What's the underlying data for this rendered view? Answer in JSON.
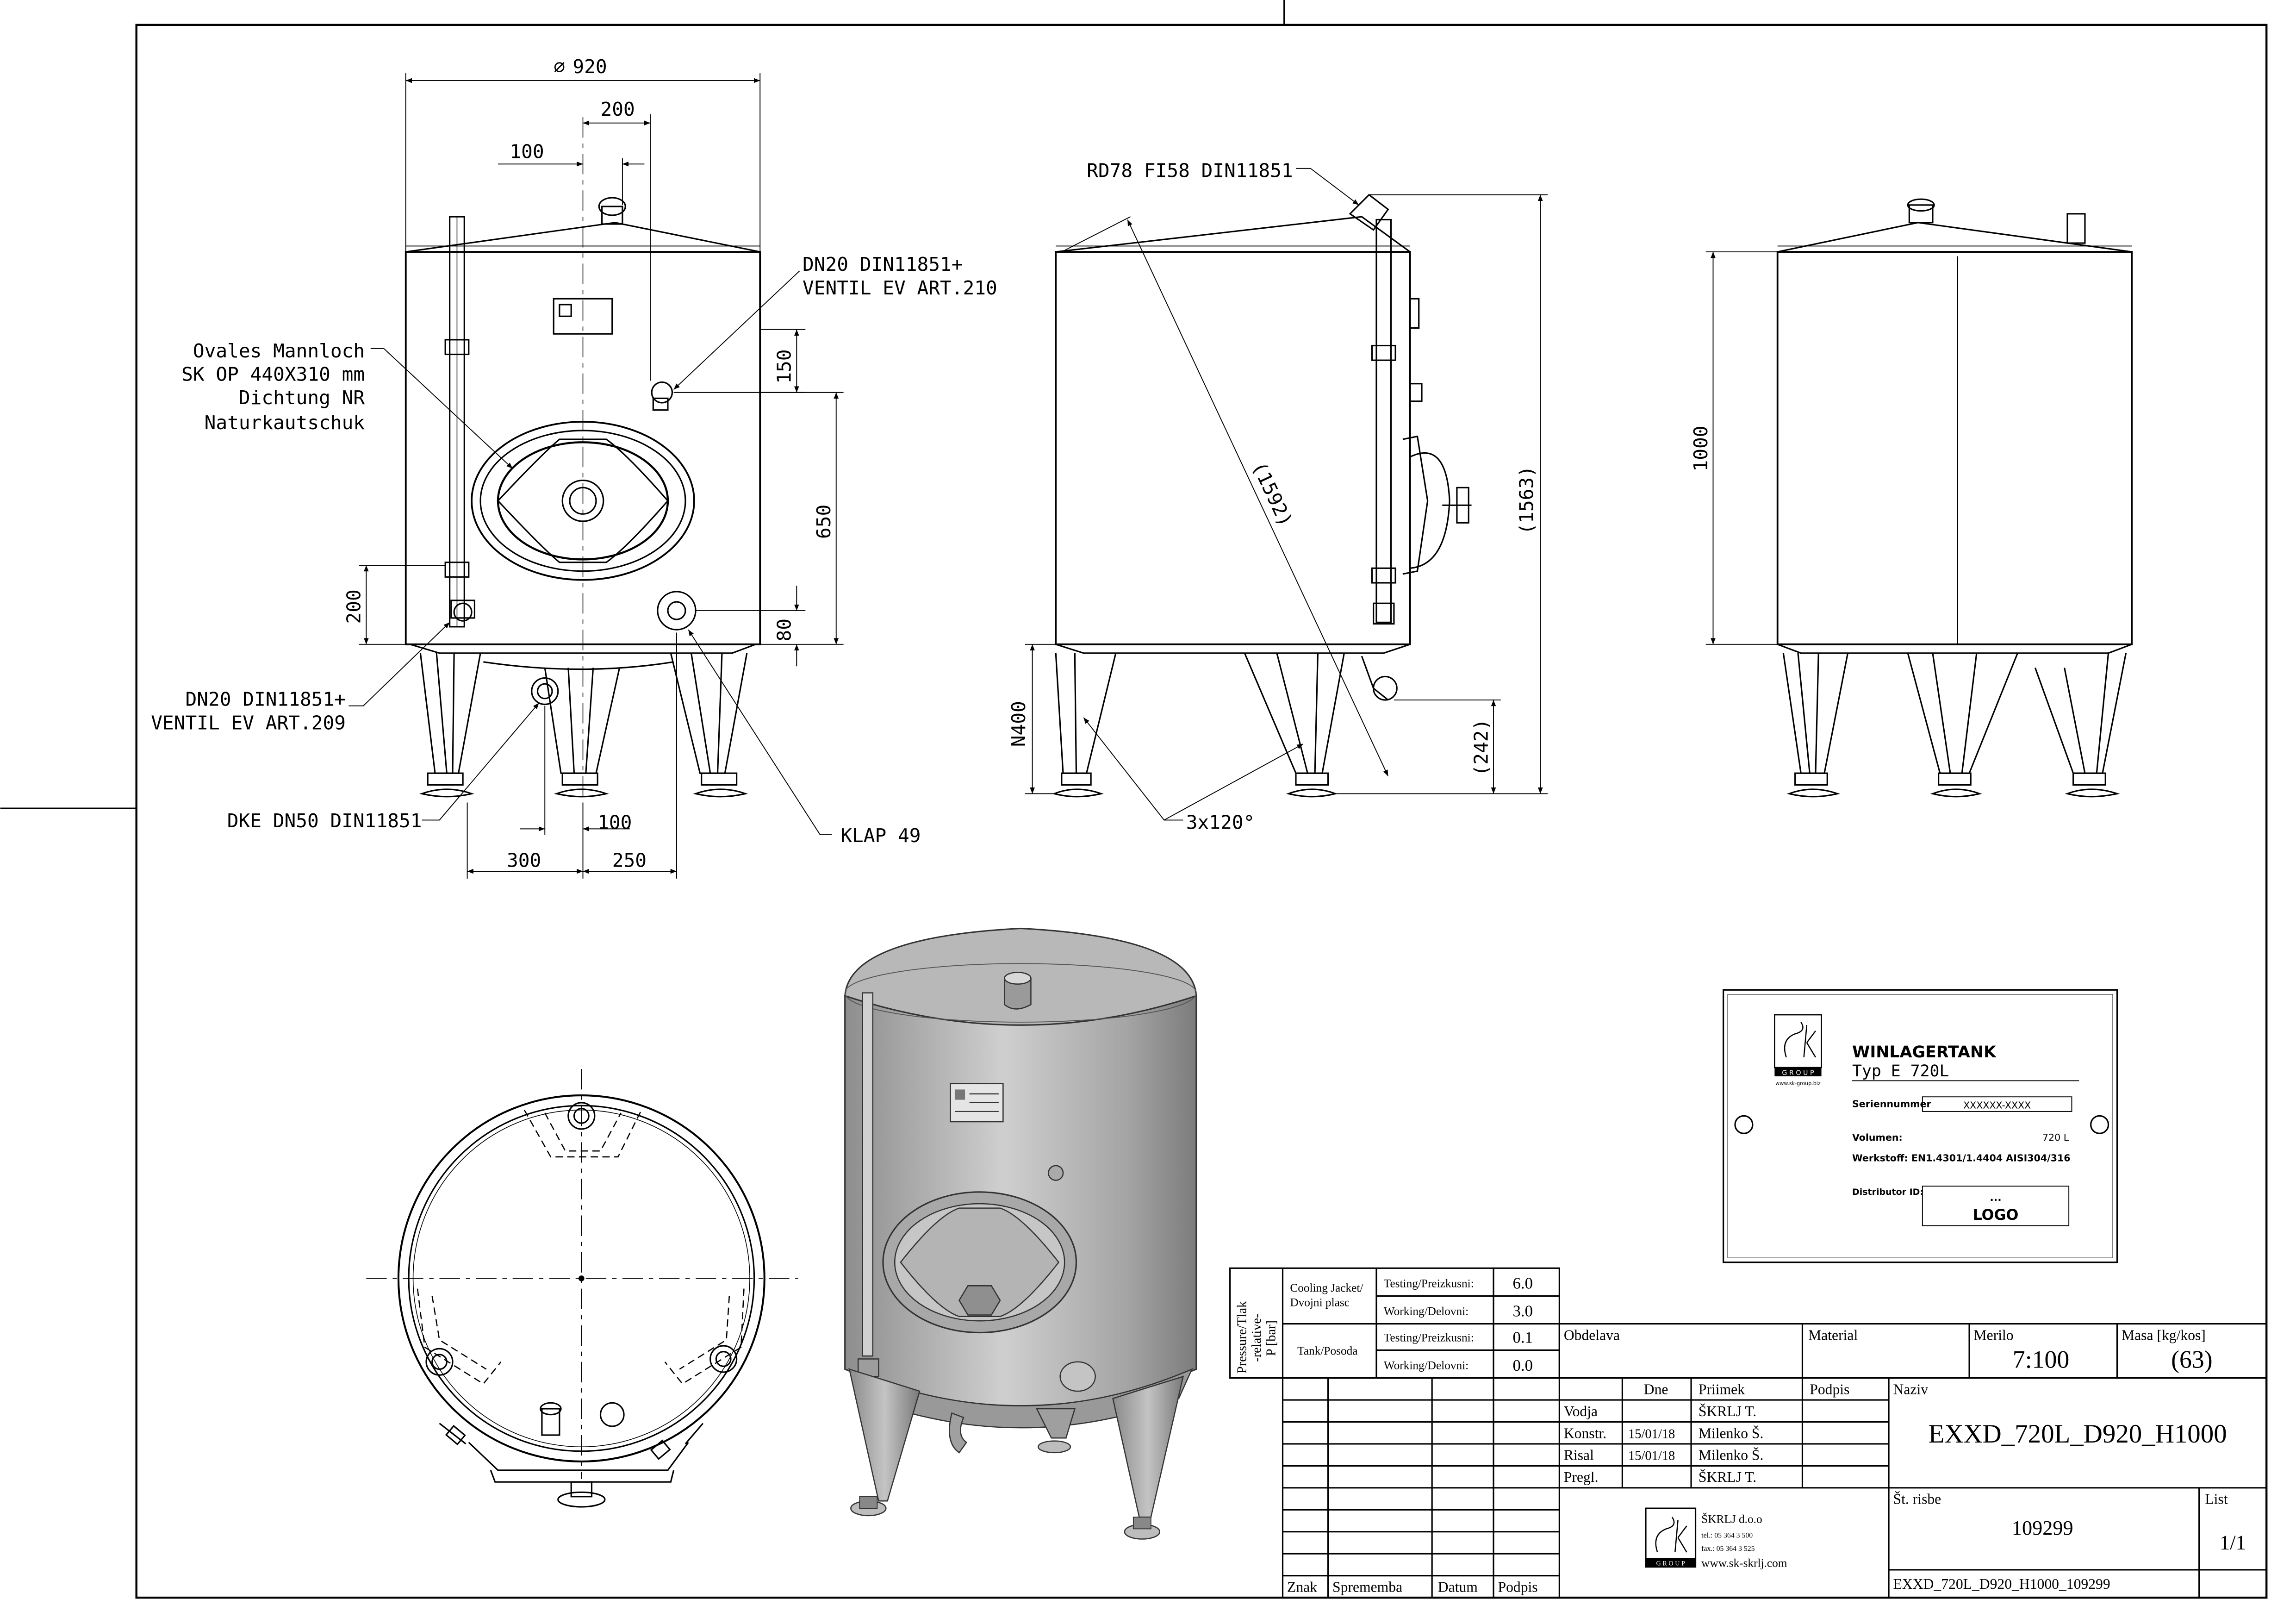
{
  "front_view": {
    "dims": {
      "diameter": "920",
      "d200": "200",
      "d100_top": "100",
      "d150": "150",
      "d650": "650",
      "d80": "80",
      "d200_left": "200",
      "d300": "300",
      "d100_bottom": "100",
      "d250": "250"
    },
    "diameter_symbol": "∅",
    "callouts": {
      "dn20_top": [
        "DN20 DIN11851+",
        "VENTIL EV ART.210"
      ],
      "manhole": [
        "Ovales Mannloch",
        "SK OP 440X310 mm",
        "Dichtung NR",
        "Naturkautschuk"
      ],
      "dn20_bottom": [
        "DN20 DIN11851+",
        "VENTIL EV ART.209"
      ],
      "dke": "DKE DN50 DIN11851",
      "klap": "KLAP 49"
    }
  },
  "side_view": {
    "callout_top": "RD78 FI58 DIN11851",
    "dims": {
      "diag": "(1592)",
      "height": "(1563)",
      "leg": "(242)",
      "n400": "N400",
      "legs": "3x120°"
    }
  },
  "rear_view": {
    "dims": {
      "height": "1000"
    }
  },
  "nameplate": {
    "brand": "SK",
    "group": "G R O U P",
    "website": "www.sk-group.biz",
    "title": "WINLAGERTANK",
    "type": "Typ E   720L",
    "serial_label": "Seriennummer",
    "serial_value": "XXXXXX-XXXX",
    "volume_label": "Volumen:",
    "volume_value": "720 L",
    "material_label": "Werkstoff: EN1.4301/1.4404  AISI304/316",
    "distributor_label": "Distributor ID:",
    "distributor_dots": "...",
    "distributor_logo": "LOGO"
  },
  "pressure_table": {
    "side_label": [
      "Pressure/Tlak",
      "-relative-",
      "P [bar]"
    ],
    "cooling_label": [
      "Cooling Jacket/",
      "Dvojni plasc"
    ],
    "tank_label": "Tank/Posoda",
    "testing_label": "Testing/Preizkusni:",
    "working_label": "Working/Delovni:",
    "cooling_testing": "6.0",
    "cooling_working": "3.0",
    "tank_testing": "0.1",
    "tank_working": "0.0"
  },
  "title_block": {
    "obdelava": "Obdelava",
    "material": "Material",
    "merilo_label": "Merilo",
    "merilo_value": "7:100",
    "masa_label": "Masa [kg/kos]",
    "masa_value": "(63)",
    "col_dne": "Dne",
    "col_priimek": "Priimek",
    "col_podpis": "Podpis",
    "naziv_label": "Naziv",
    "naziv_value": "EXXD_720L_D920_H1000",
    "rows": [
      {
        "role": "Vodja",
        "date": "",
        "name": "ŠKRLJ T."
      },
      {
        "role": "Konstr.",
        "date": "15/01/18",
        "name": "Milenko Š."
      },
      {
        "role": "Risal",
        "date": "15/01/18",
        "name": "Milenko Š."
      },
      {
        "role": "Pregl.",
        "date": "",
        "name": "ŠKRLJ T."
      }
    ],
    "st_risbe_label": "Št. risbe",
    "st_risbe_value": "109299",
    "list_label": "List",
    "list_value": "1/1",
    "drawing_code": "EXXD_720L_D920_H1000_109299",
    "company": "ŠKRLJ d.o.o",
    "company_tel": "tel.: 05 364 3 500",
    "company_fax": "fax.: 05 364 3 525",
    "company_web": "www.sk-skrlj.com",
    "logo_brand": "SK",
    "logo_group": "G R O U P",
    "footer_znak": "Znak",
    "footer_sprememba": "Sprememba",
    "footer_datum": "Datum",
    "footer_podpis": "Podpis"
  }
}
